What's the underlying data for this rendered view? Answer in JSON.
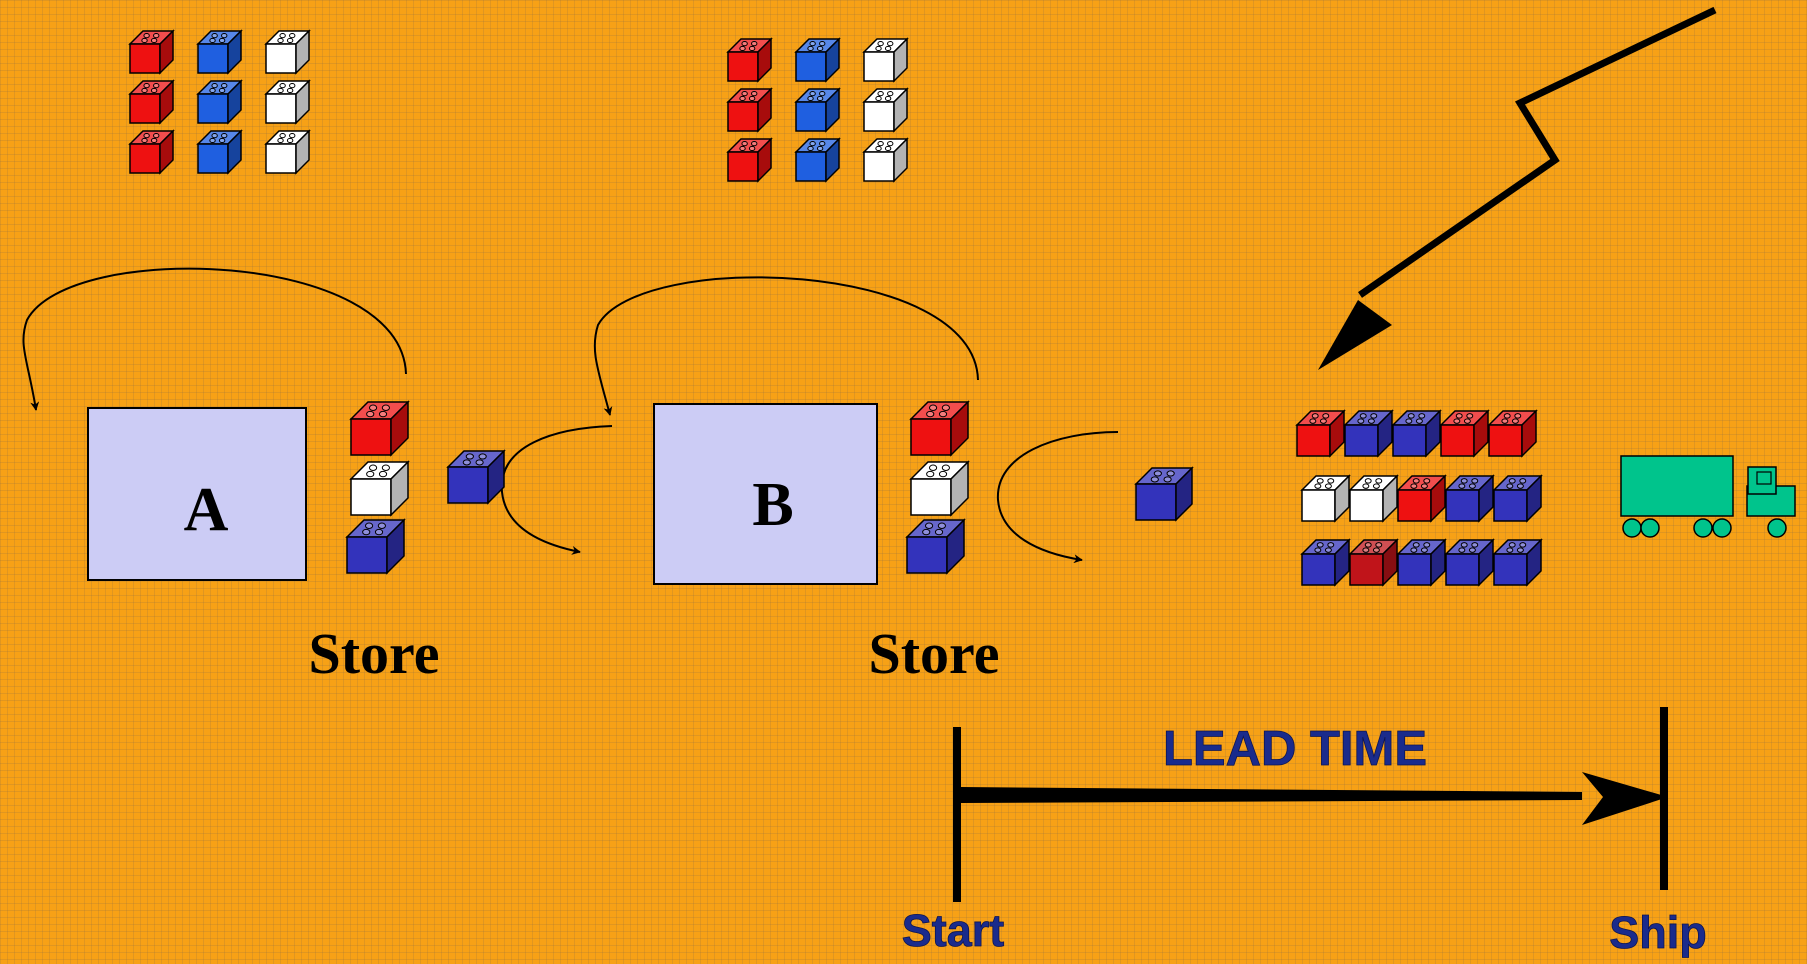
{
  "colors": {
    "background": "#f7a116",
    "process_box_fill": "#ccccf5",
    "brick_red": "#ee1111",
    "brick_dark_red": "#c0141a",
    "brick_blue": "#1f5fe0",
    "brick_navy": "#3333bb",
    "brick_white": "#ffffff",
    "truck": "#00c48c",
    "label_blue": "#1a2b8c"
  },
  "raw_materials": [
    {
      "name": "raw-bricks-a",
      "columns": [
        "brick_red",
        "brick_blue",
        "brick_white"
      ]
    },
    {
      "name": "raw-bricks-b",
      "columns": [
        "brick_red",
        "brick_blue",
        "brick_white"
      ]
    }
  ],
  "processes": [
    {
      "label": "A",
      "store_label": "Store",
      "store_bricks": [
        "brick_red",
        "brick_white",
        "brick_navy"
      ]
    },
    {
      "label": "B",
      "store_label": "Store",
      "store_bricks": [
        "brick_red",
        "brick_white",
        "brick_navy"
      ]
    }
  ],
  "in_transit": [
    "brick_navy",
    "brick_navy"
  ],
  "finished_goods": [
    [
      "brick_red",
      "brick_navy",
      "brick_navy",
      "brick_red",
      "brick_red"
    ],
    [
      "brick_white",
      "brick_white",
      "brick_red",
      "brick_navy",
      "brick_navy"
    ],
    [
      "brick_navy",
      "brick_dark_red",
      "brick_navy",
      "brick_navy",
      "brick_navy"
    ]
  ],
  "icons": {
    "truck": "delivery-truck-icon",
    "order": "lightning-order-arrow-icon"
  },
  "timeline": {
    "title": "LEAD TIME",
    "start_label": "Start",
    "end_label": "Ship"
  }
}
